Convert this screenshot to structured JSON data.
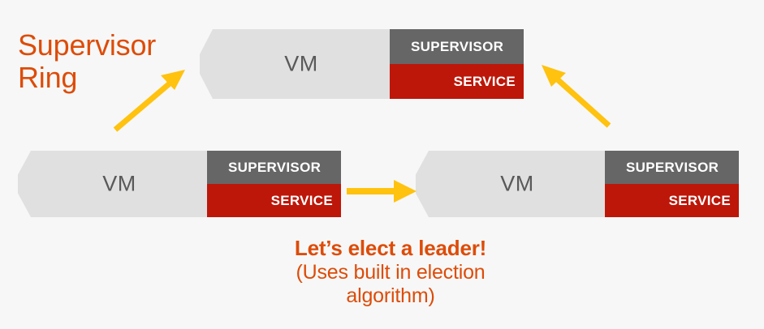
{
  "diagram": {
    "title_label": "Supervisor\nRing",
    "caption_primary": "Let’s elect a leader!",
    "caption_secondary": "(Uses built in election\nalgorithm)",
    "colors": {
      "background": "#f7f7f7",
      "accent_orange": "#dd4c08",
      "vm_body_gray": "#e0e0e0",
      "vm_text_gray": "#595959",
      "supervisor_gray": "#666666",
      "service_red": "#bd1709",
      "arrow_gold": "#ffc20e"
    },
    "nodes": [
      {
        "id": "vm-top",
        "vm_label": "VM",
        "supervisor_label": "SUPERVISOR",
        "service_label": "SERVICE"
      },
      {
        "id": "vm-left",
        "vm_label": "VM",
        "supervisor_label": "SUPERVISOR",
        "service_label": "SERVICE"
      },
      {
        "id": "vm-right",
        "vm_label": "VM",
        "supervisor_label": "SUPERVISOR",
        "service_label": "SERVICE"
      }
    ],
    "arrows": [
      {
        "id": "arrow-left-to-top",
        "direction": "up-right"
      },
      {
        "id": "arrow-right-to-top",
        "direction": "up-left"
      },
      {
        "id": "arrow-left-to-right",
        "direction": "right"
      }
    ]
  }
}
